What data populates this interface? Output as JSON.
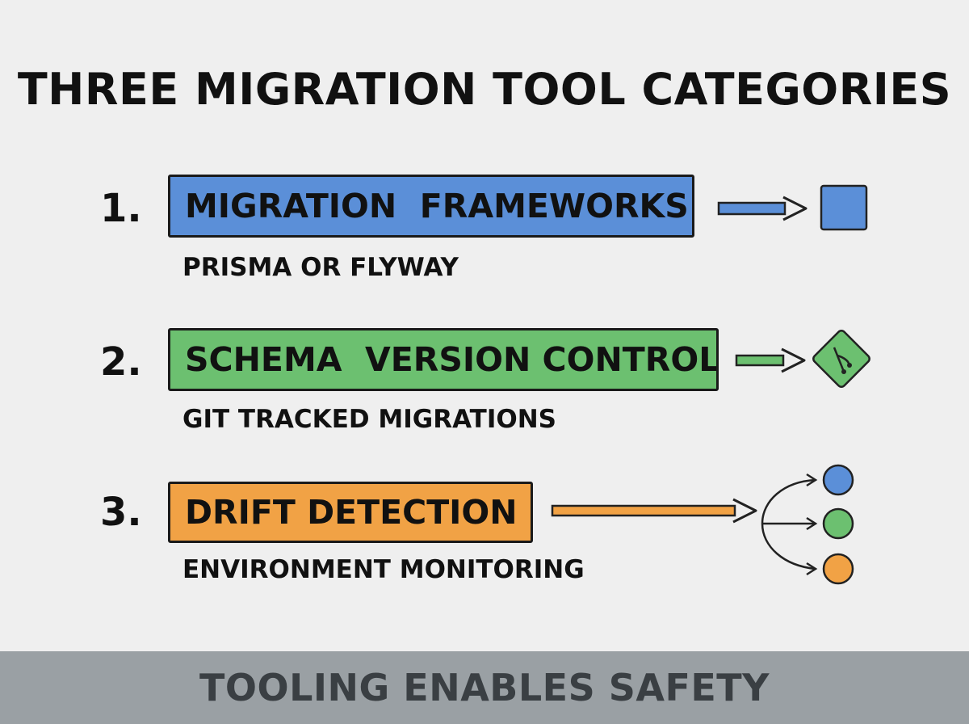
{
  "title": "THREE MIGRATION TOOL CATEGORIES",
  "categories": [
    {
      "number": "1.",
      "name": "MIGRATION  FRAMEWORKS",
      "subtitle": "PRISMA OR FLYWAY",
      "color": "#5b8fd8",
      "icon": "square-icon"
    },
    {
      "number": "2.",
      "name": "SCHEMA  VERSION CONTROL",
      "subtitle": "GIT TRACKED MIGRATIONS",
      "color": "#6cc070",
      "icon": "git-icon"
    },
    {
      "number": "3.",
      "name": "DRIFT DETECTION",
      "subtitle": "ENVIRONMENT MONITORING",
      "color": "#f1a245",
      "icon": "branch-circles-icon"
    }
  ],
  "banner": {
    "text": "TOOLING ENABLES SAFETY",
    "background": "#9aa0a4"
  }
}
